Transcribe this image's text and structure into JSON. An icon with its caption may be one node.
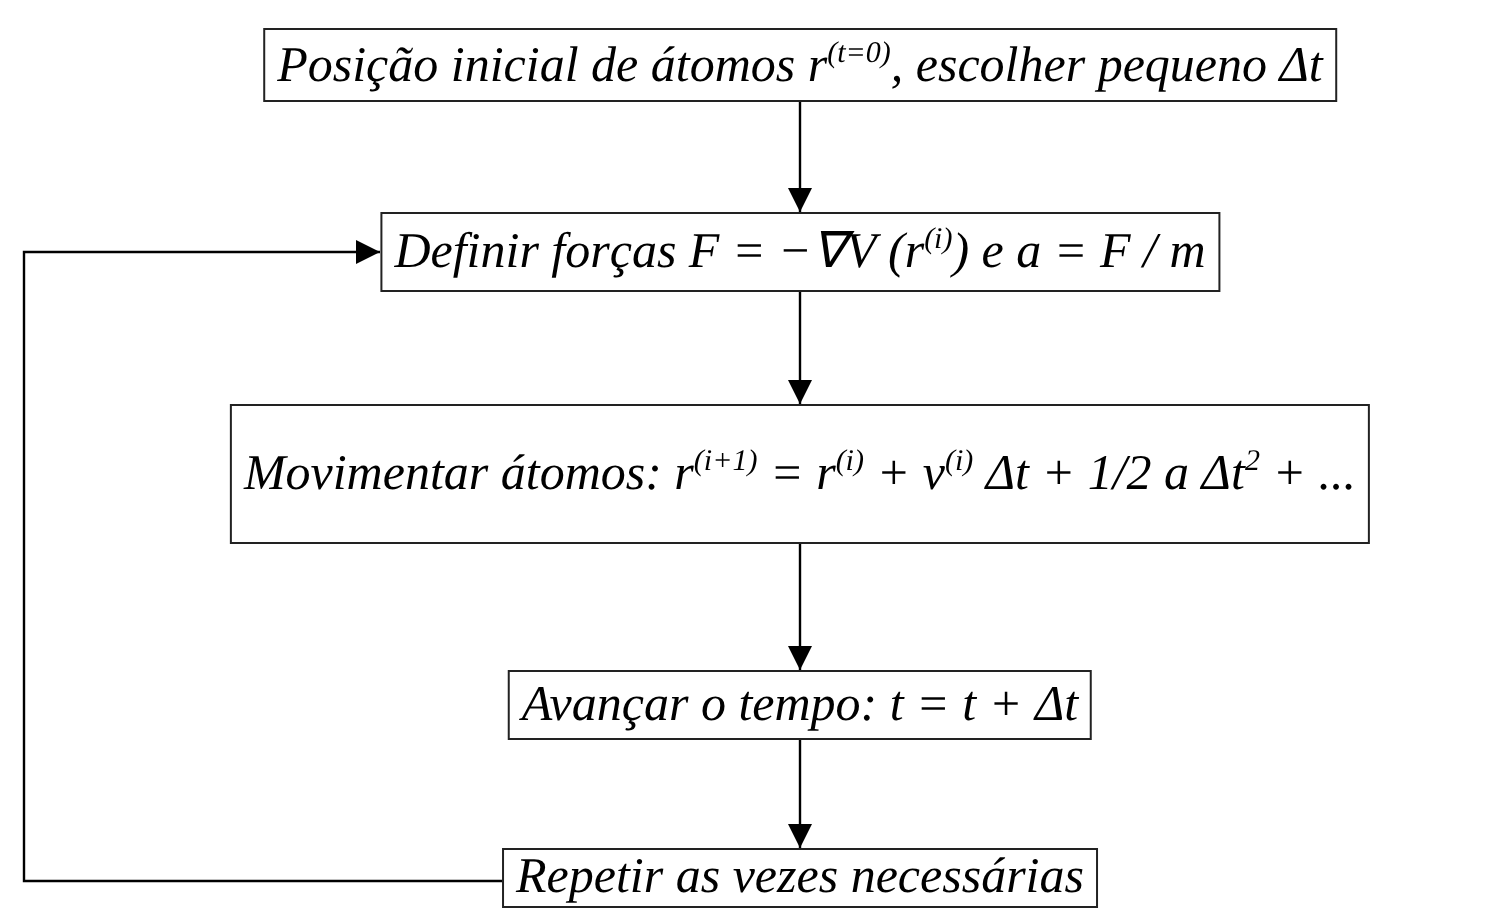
{
  "diagram": {
    "nodes": [
      {
        "text": [
          "Posição inicial de átomos r$^{(t=0)}$, escolher pequeno Δt"
        ]
      },
      {
        "text": [
          "Definir forças F = −∇V (r$^{(i)}$) e a = F / m"
        ]
      },
      {
        "text": [
          "Movimentar átomos: r$^{(i+1)}$ = r$^{(i)}$ + v$^{(i)}$ Δt + 1/2 a Δt$^{2}$ + ..."
        ]
      },
      {
        "text": [
          "Avançar o tempo: t = t + Δt"
        ]
      },
      {
        "text": [
          "Repetir as vezes necessárias"
        ]
      }
    ],
    "edges": [
      {
        "from": 0,
        "to": 1,
        "arrow": "to"
      },
      {
        "from": 1,
        "to": 2,
        "arrow": "to"
      },
      {
        "from": 2,
        "to": 3,
        "arrow": "to"
      },
      {
        "from": 3,
        "to": 4,
        "arrow": "to"
      },
      {
        "from": 4,
        "to": 1,
        "arrow": "to"
      }
    ]
  }
}
